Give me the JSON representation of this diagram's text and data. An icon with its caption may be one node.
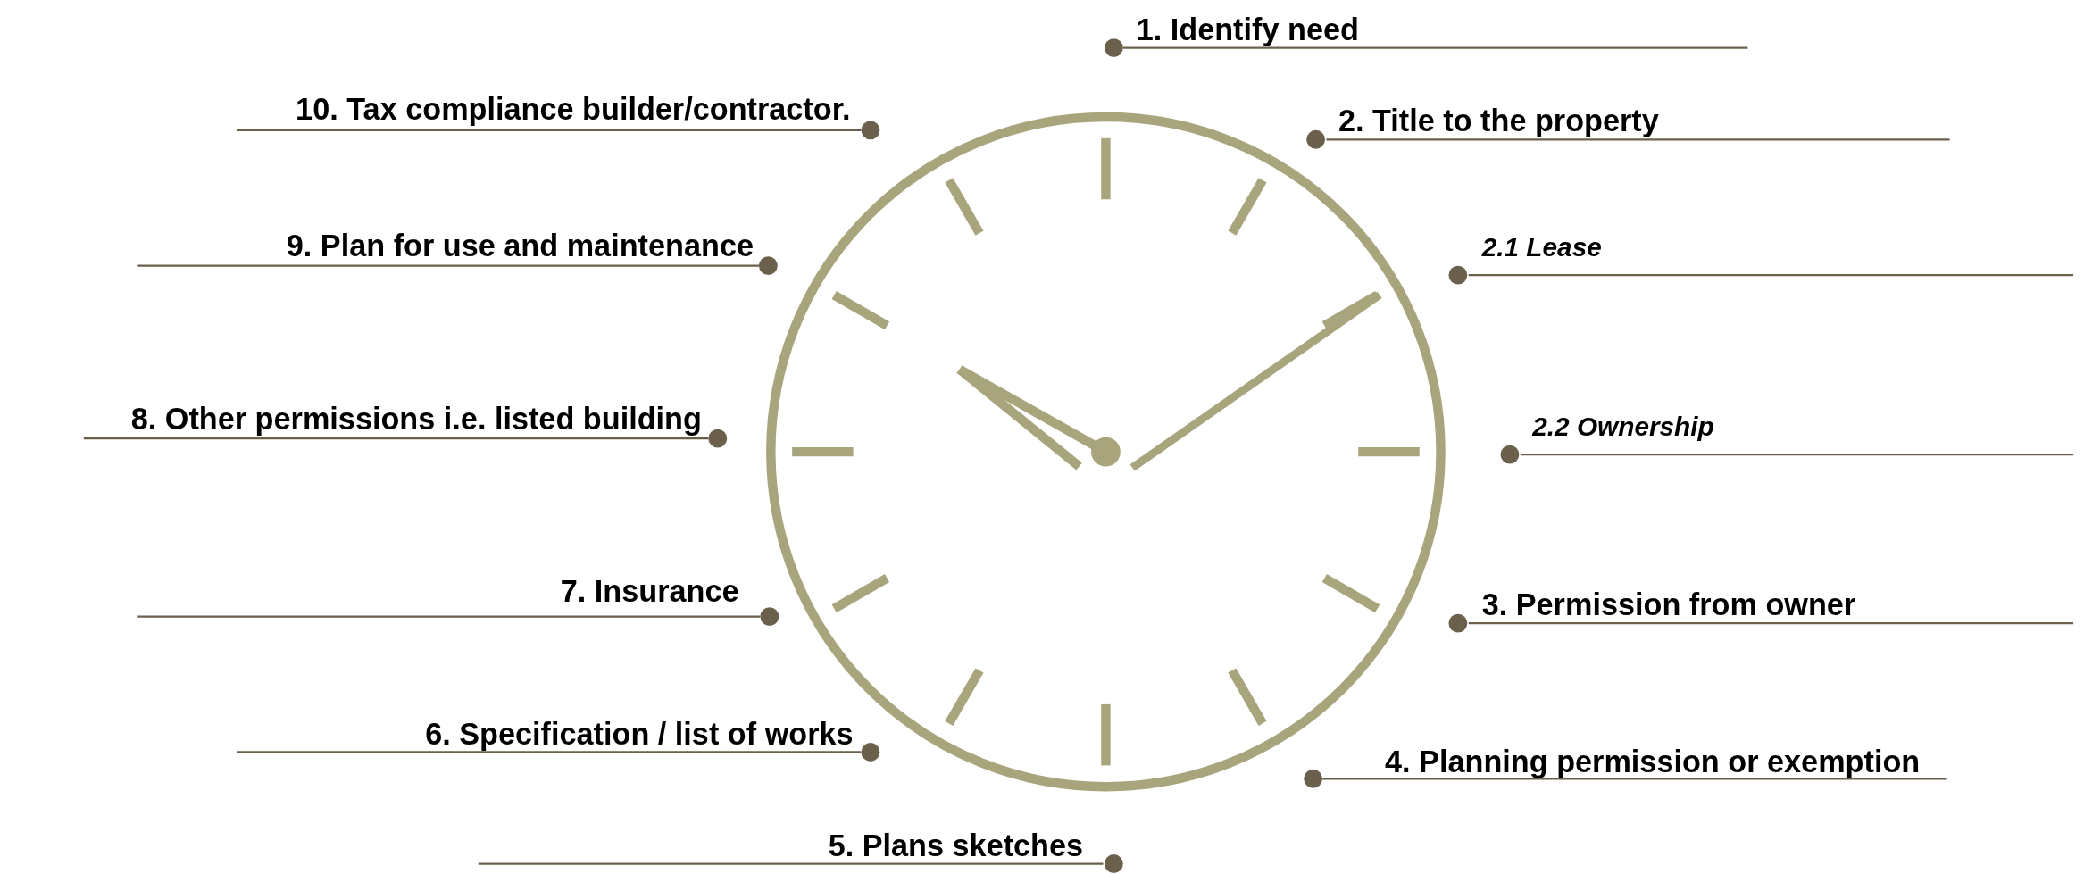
{
  "diagram": {
    "labels": [
      "1. Identify need",
      "2. Title to the property",
      "2.1 Lease",
      "2.2 Ownership",
      "3. Permission from owner",
      "4. Planning permission or exemption",
      "5. Plans sketches",
      "6. Specification / list of works",
      "7. Insurance",
      "8. Other permissions i.e. listed building",
      "9. Plan for use and maintenance",
      "10. Tax compliance builder/contractor."
    ]
  }
}
